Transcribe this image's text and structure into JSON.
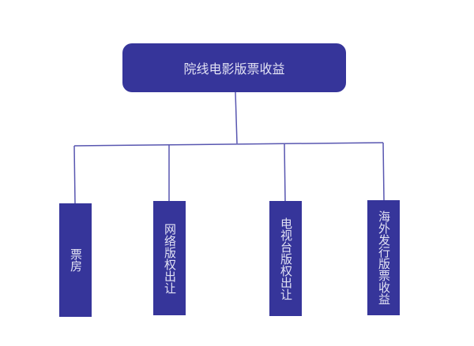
{
  "root": {
    "label": "院线电影版票收益"
  },
  "children": [
    {
      "label": "票房"
    },
    {
      "label": "网络版权出让"
    },
    {
      "label": "电视台版权出让"
    },
    {
      "label": "海外发行版票收益"
    }
  ],
  "colors": {
    "box": "#36359a",
    "line": "#5856b0",
    "text": "#e2e2f4"
  }
}
